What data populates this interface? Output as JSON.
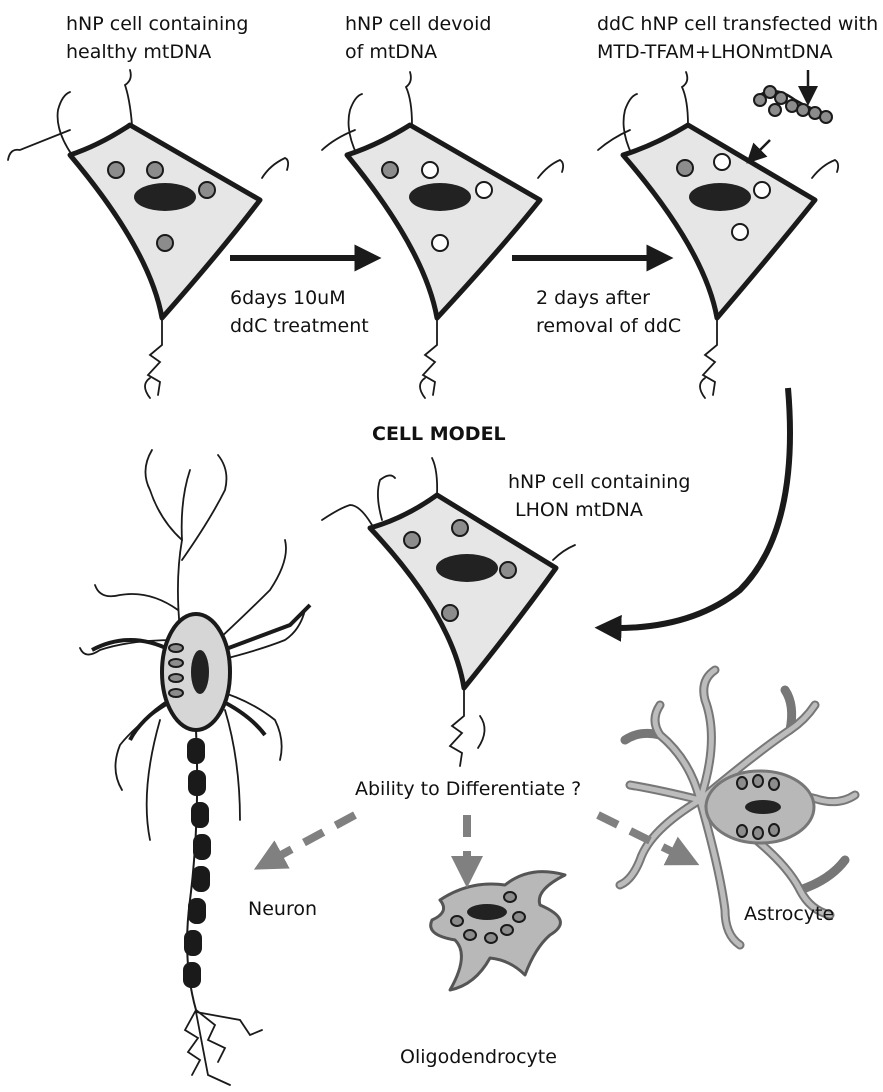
{
  "labels": {
    "cell1": [
      "hNP cell containing",
      "healthy mtDNA"
    ],
    "cell2": [
      "hNP cell devoid",
      "of  mtDNA"
    ],
    "cell3": [
      "ddC hNP cell transfected with",
      "MTD-TFAM+LHONmtDNA"
    ],
    "arrow1": [
      "6days 10uM",
      "ddC treatment"
    ],
    "arrow2": [
      "2 days after",
      "removal of ddC"
    ],
    "cell_model": "CELL MODEL",
    "cell4": [
      "hNP cell containing",
      "LHON mtDNA"
    ],
    "question": "Ability to Differentiate ?",
    "neuron": "Neuron",
    "astrocyte": "Astrocyte",
    "oligodendrocyte": "Oligodendrocyte"
  },
  "colors": {
    "cell_fill": "#e6e6e6",
    "outline": "#1a1a1a",
    "mito_filled": "#8c8c8c",
    "mito_empty": "#ffffff",
    "dashed_arrow": "#808080",
    "glial": "#b8b8b8"
  }
}
